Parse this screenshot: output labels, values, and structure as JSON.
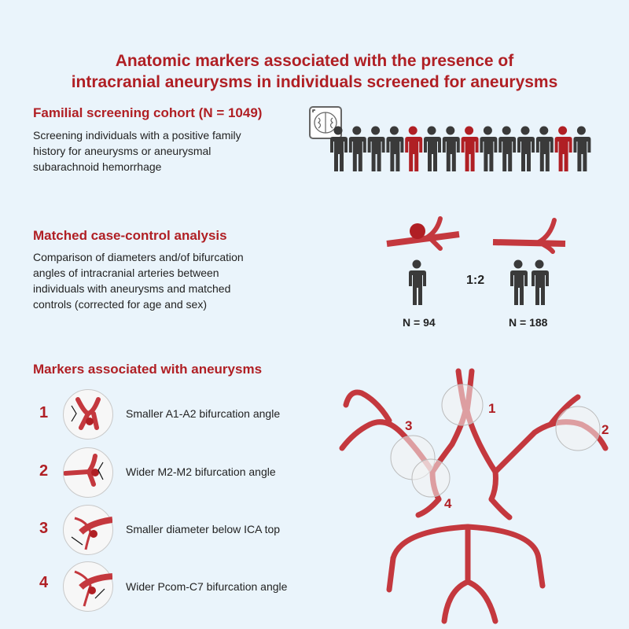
{
  "title": {
    "line1": "Anatomic  markers associated with the presence of",
    "line2": "intracranial aneurysms in individuals screened for aneurysms"
  },
  "cohort": {
    "heading": "Familial screening cohort (N = 1049)",
    "lines": [
      "Screening individuals with a positive family",
      "history for aneurysms or aneurysmal",
      "subarachnoid hemorrhage"
    ],
    "people_count": 14,
    "highlighted_indices": [
      4,
      7,
      12
    ]
  },
  "case_control": {
    "heading": "Matched case-control analysis",
    "lines": [
      "Comparison of diameters and/of bifurcation",
      "angles of intracranial arteries between",
      "individuals with aneurysms and matched",
      "controls (corrected for age and sex)"
    ],
    "ratio": "1:2",
    "cases_n": "N = 94",
    "controls_n": "N = 188"
  },
  "markers": {
    "heading": "Markers associated with aneurysms",
    "items": [
      {
        "number": "1",
        "label": "Smaller A1-A2 bifurcation angle"
      },
      {
        "number": "2",
        "label": "Wider M2-M2 bifurcation angle"
      },
      {
        "number": "3",
        "label": "Smaller diameter below ICA top"
      },
      {
        "number": "4",
        "label": "Wider Pcom-C7 bifurcation angle"
      }
    ]
  },
  "colors": {
    "accent": "#b01f24",
    "person": "#3a3a3a",
    "vessel": "#c4383e",
    "background": "#eaf4fb"
  }
}
